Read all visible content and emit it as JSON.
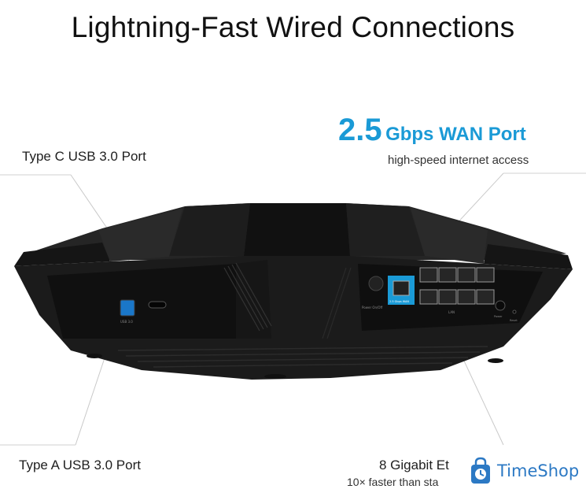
{
  "title": "Lightning-Fast Wired Connections",
  "callouts": {
    "type_c": "Type C USB 3.0 Port",
    "wan_number": "2.5",
    "wan_rest": "Gbps WAN Port",
    "wan_sub": "high-speed internet access",
    "type_a": "Type A USB 3.0 Port",
    "gigabit": "8 Gigabit Et",
    "gigabit_sub": "10× faster than sta"
  },
  "device": {
    "usb3_label": "USB 3.0",
    "wan_port_label": "2.5 Gbps WAN",
    "power_label": "Power On/Off",
    "lan_label": "LAN",
    "power_port": "Power",
    "reset": "Reset"
  },
  "watermark": {
    "brand": "TimeShop",
    "icon": "shopping-bag-clock-icon"
  },
  "colors": {
    "accent": "#1a9ad6",
    "device_body": "#1b1b1b",
    "logo": "#2c79c4"
  }
}
